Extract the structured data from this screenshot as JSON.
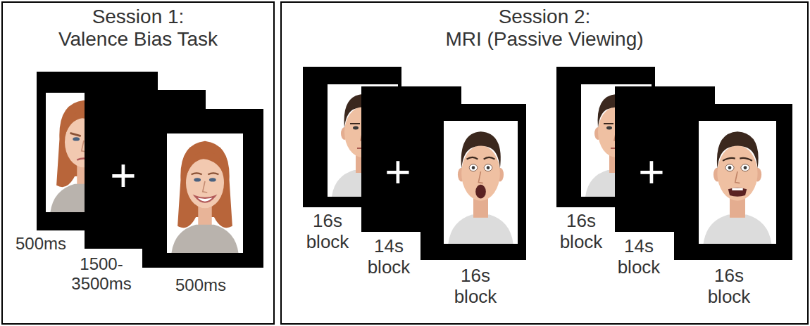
{
  "diagram": {
    "nodes": [
      {
        "text": [
          "Session 1:",
          "Valence Bias Task"
        ]
      },
      {
        "text": [
          "500ms"
        ],
        "in": 0
      },
      {
        "text": [
          "+",
          "1500- 3500ms"
        ],
        "in": 0
      },
      {
        "text": [
          "500ms"
        ],
        "in": 0
      },
      {
        "text": [
          "Session 2:",
          "MRI (Passive Viewing)"
        ]
      },
      {
        "text": [
          "16s block"
        ],
        "in": 4
      },
      {
        "text": [
          "+",
          "14s block"
        ],
        "in": 4
      },
      {
        "text": [
          "16s block"
        ],
        "in": 4
      },
      {
        "text": [
          "16s block"
        ],
        "in": 4
      },
      {
        "text": [
          "+",
          "14s block"
        ],
        "in": 4
      },
      {
        "text": [
          "16s block"
        ],
        "in": 4
      }
    ]
  }
}
